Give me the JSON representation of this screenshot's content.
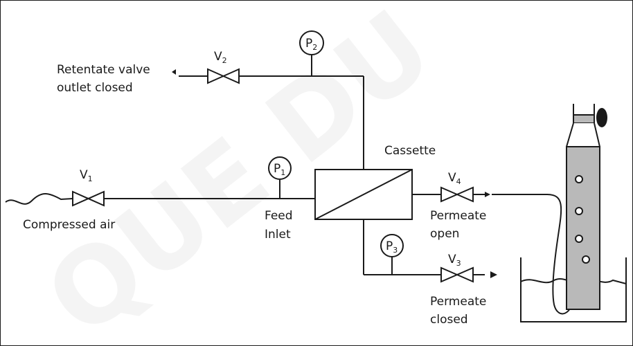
{
  "labels": {
    "retentate": [
      "Retentate valve",
      "outlet closed"
    ],
    "compressed_air": "Compressed air",
    "feed_inlet": [
      "Feed",
      "Inlet"
    ],
    "cassette": "Cassette",
    "permeate_open": [
      "Permeate",
      "open"
    ],
    "permeate_closed": [
      "Permeate",
      "closed"
    ]
  },
  "valves": [
    {
      "letter": "V",
      "sub": "1"
    },
    {
      "letter": "V",
      "sub": "2"
    },
    {
      "letter": "V",
      "sub": "3"
    },
    {
      "letter": "V",
      "sub": "4"
    }
  ],
  "gauges": [
    {
      "letter": "P",
      "sub": "1"
    },
    {
      "letter": "P",
      "sub": "2"
    },
    {
      "letter": "P",
      "sub": "3"
    }
  ],
  "watermark": "QUE DU",
  "colors": {
    "line": "#1a1a1a",
    "column": "#b9b9b9",
    "watermark": "#cfcfcf"
  }
}
